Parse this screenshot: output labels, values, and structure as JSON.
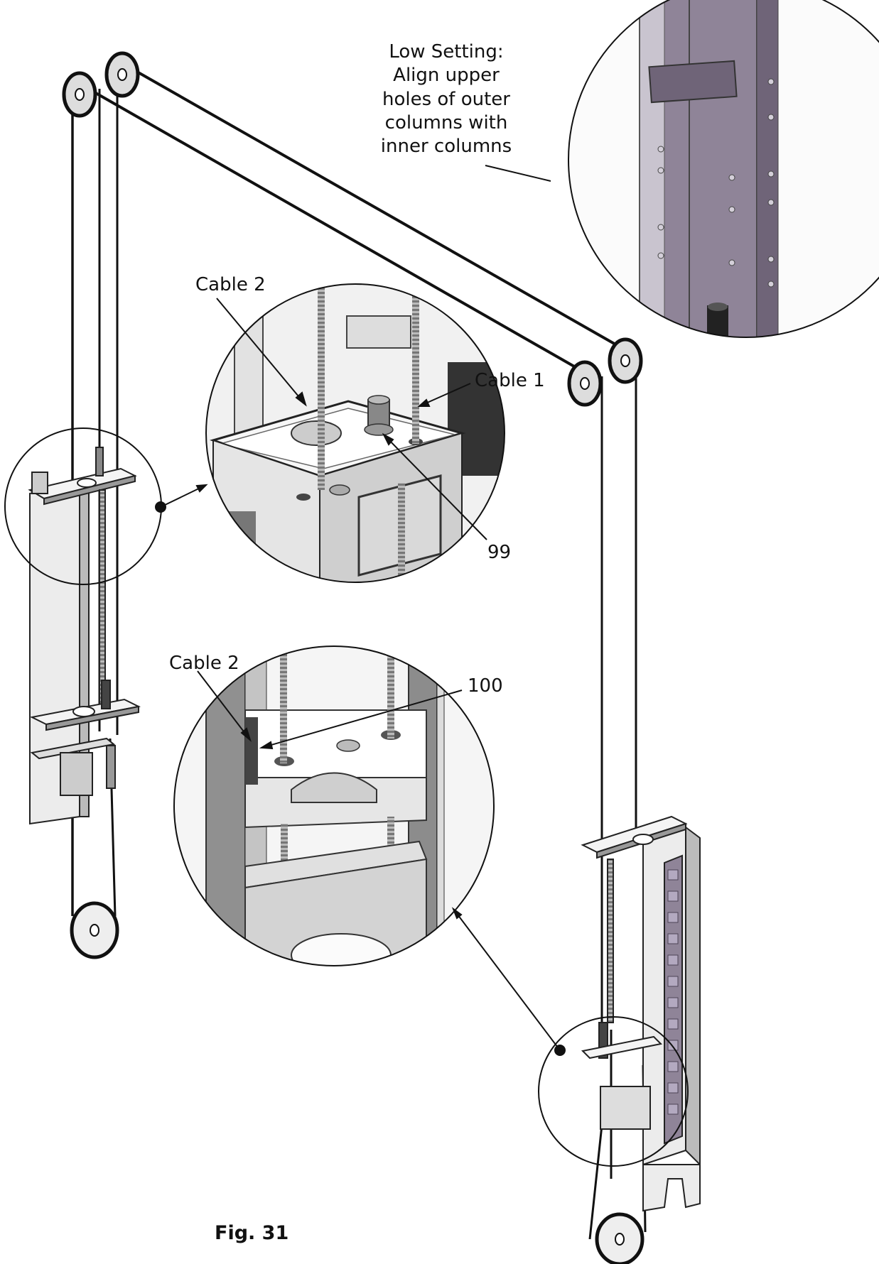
{
  "labels": {
    "low_setting": [
      "Low Setting:",
      "Align upper",
      "holes of outer",
      "columns with",
      "inner columns"
    ],
    "cable2_top": "Cable 2",
    "cable1": "Cable 1",
    "part99": "99",
    "cable2_bottom": "Cable 2",
    "part100": "100",
    "figure": "Fig. 31"
  },
  "colors": {
    "line": "#111111",
    "metal_light": "#e6e6e6",
    "metal_mid": "#bdbdbd",
    "metal_dark": "#8a8a8a",
    "column_purple": "#8f8498",
    "column_purple_dark": "#6f6478",
    "rod": "#555555"
  }
}
